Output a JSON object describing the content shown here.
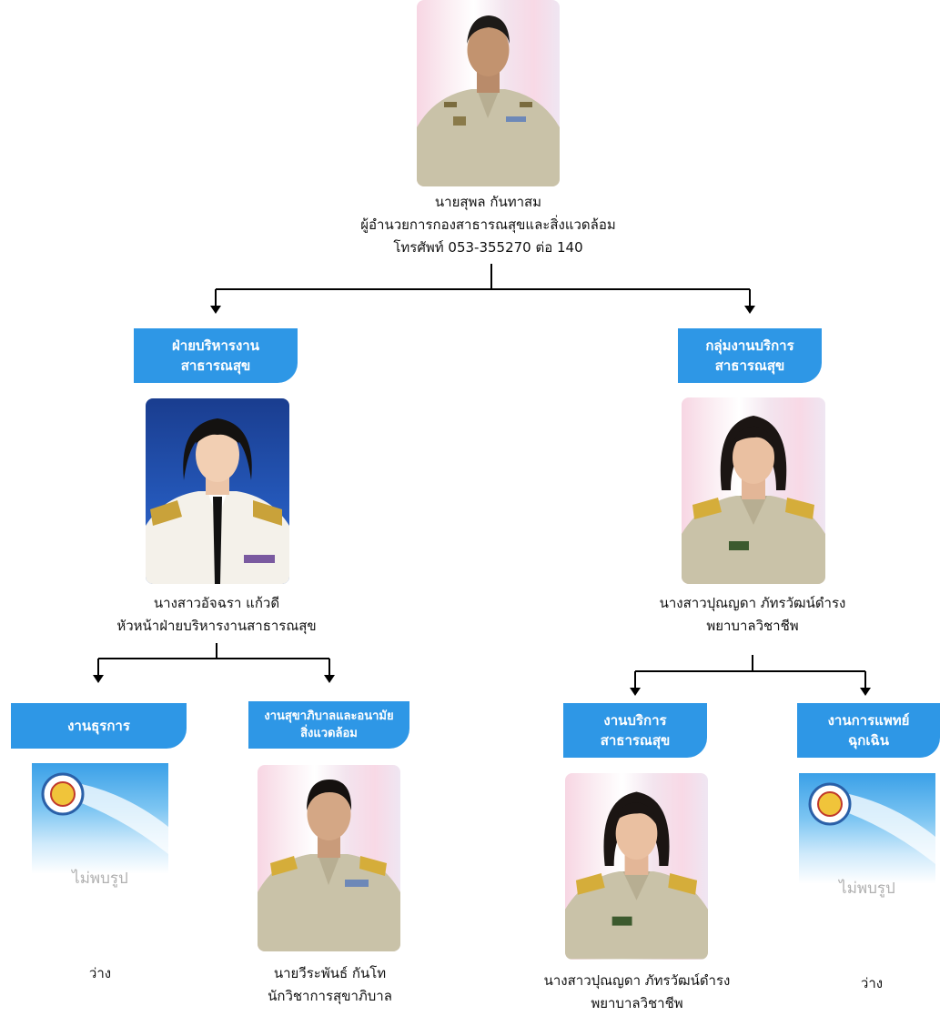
{
  "director": {
    "name": "นายสุพล  กันทาสม",
    "title": "ผู้อำนวยการกองสาธารณสุขและสิ่งแวดล้อม",
    "phone": "โทรศัพท์ 053-355270 ต่อ 140"
  },
  "left_division": {
    "tab_line1": "ฝ่ายบริหารงาน",
    "tab_line2": "สาธารณสุข",
    "person_name": "นางสาวอัจฉรา  แก้วดี",
    "person_title": "หัวหน้าฝ่ายบริหารงานสาธารณสุข"
  },
  "right_division": {
    "tab_line1": "กลุ่มงานบริการ",
    "tab_line2": "สาธารณสุข",
    "person_name": "นางสาวปุณญดา  ภัทรวัฒน์ดำรง",
    "person_title": "พยาบาลวิชาชีพ"
  },
  "units": [
    {
      "tab_line1": "งานธุรการ",
      "tab_line2": "",
      "no_photo_text": "ไม่พบรูป",
      "person_name": "ว่าง",
      "person_title": ""
    },
    {
      "tab_line1": "งานสุขาภิบาลและอนามัย",
      "tab_line2": "สิ่งแวดล้อม",
      "person_name": "นายวีระพันธ์  กันโท",
      "person_title": "นักวิชาการสุขาภิบาล"
    },
    {
      "tab_line1": "งานบริการ",
      "tab_line2": "สาธารณสุข",
      "person_name": "นางสาวปุณญดา  ภัทรวัฒน์ดำรง",
      "person_title": "พยาบาลวิชาชีพ"
    },
    {
      "tab_line1": "งานการแพทย์",
      "tab_line2": "ฉุกเฉิน",
      "no_photo_text": "ไม่พบรูป",
      "person_name": "ว่าง",
      "person_title": ""
    }
  ],
  "colors": {
    "tab_blue": "#2e97e6",
    "line": "#000000",
    "uniform_khaki": "#c9c2a8",
    "uniform_white": "#f4f1ea"
  }
}
